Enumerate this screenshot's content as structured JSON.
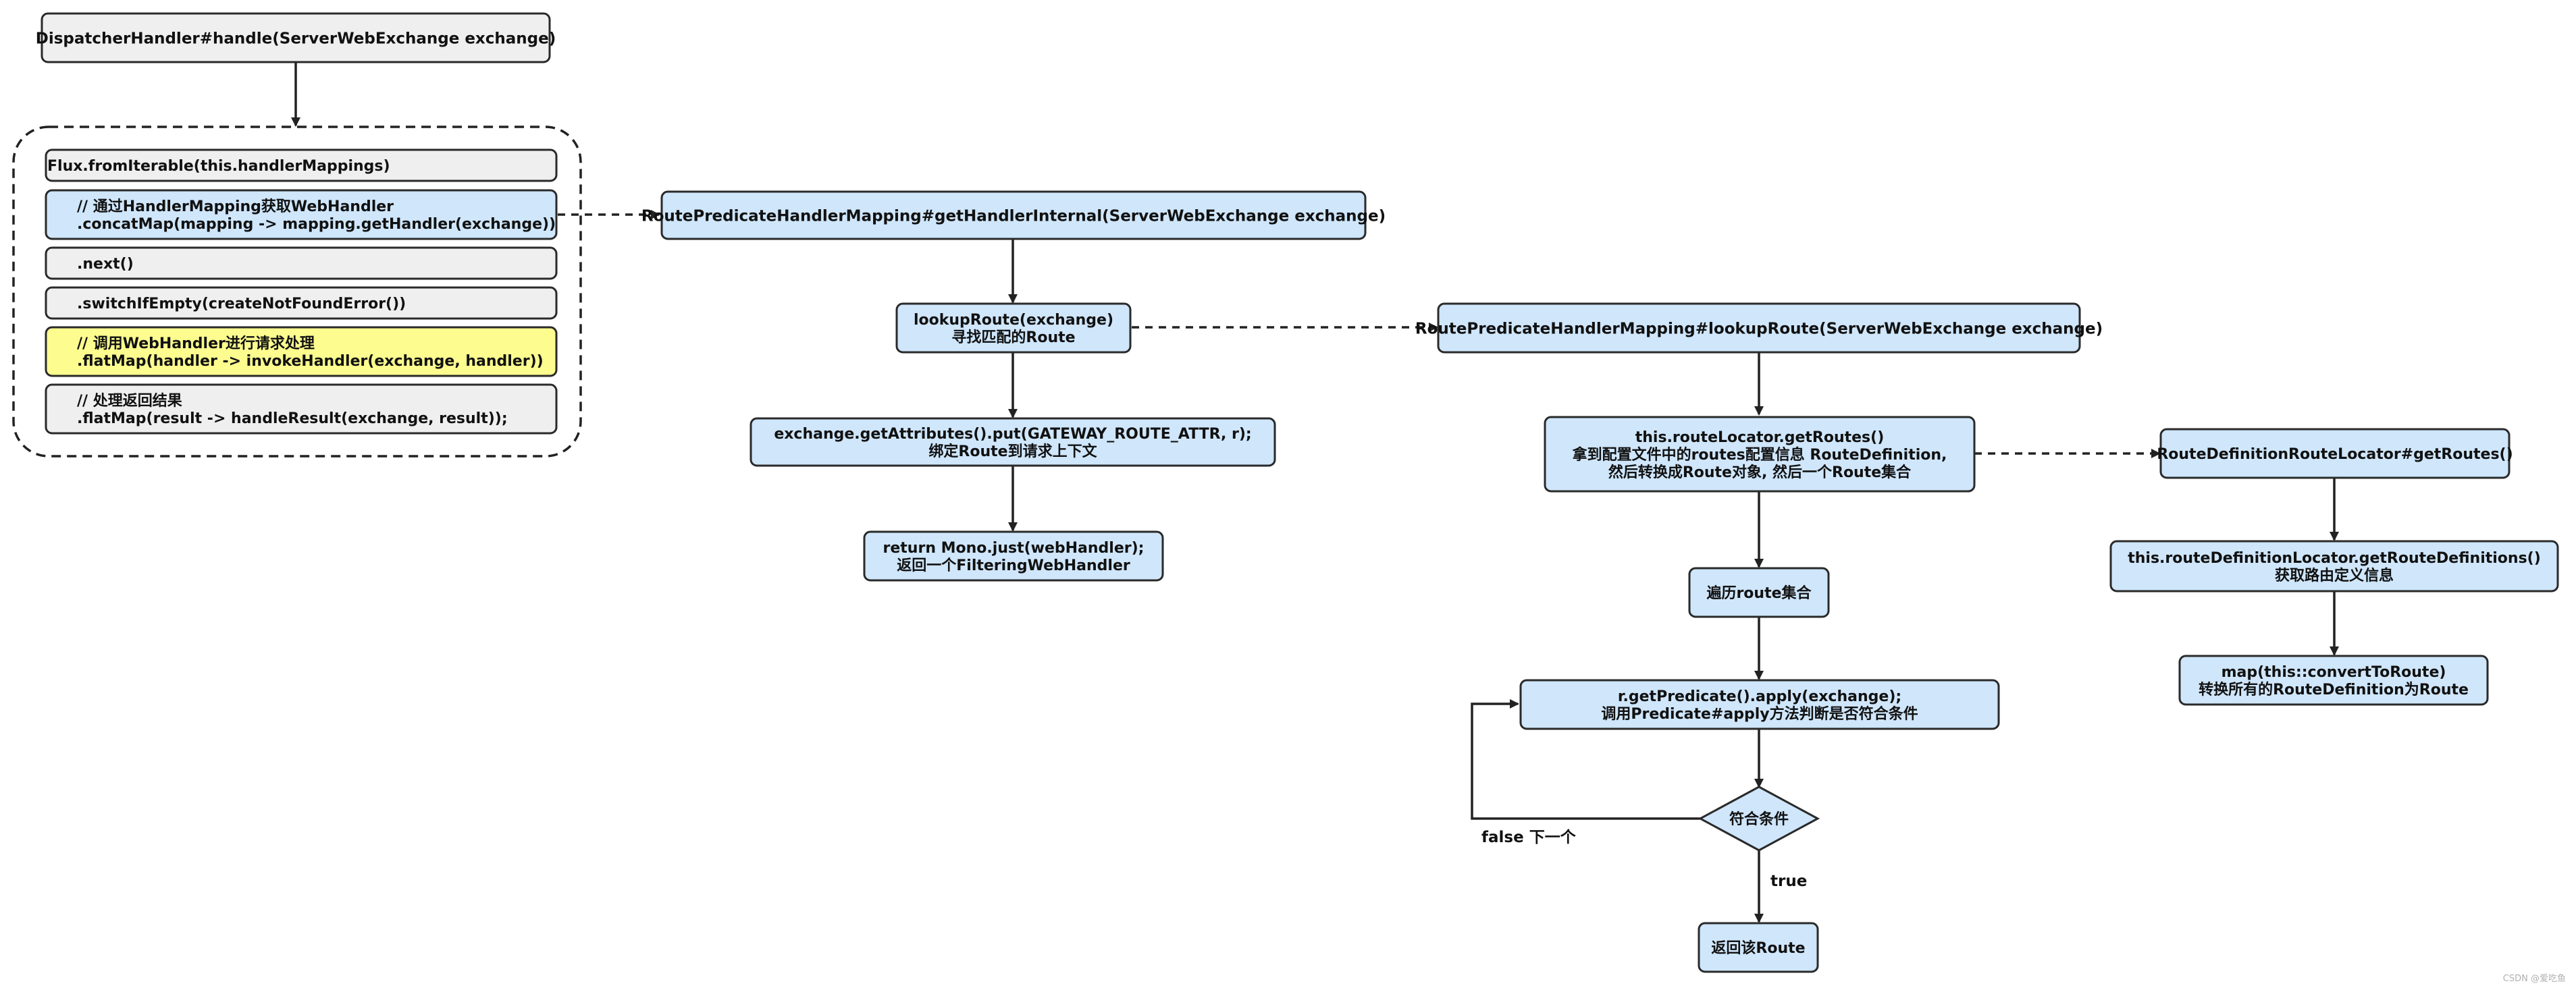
{
  "nodes": {
    "dispatcher": [
      "DispatcherHandler#handle(ServerWebExchange exchange)"
    ],
    "flux": [
      "Flux.fromIterable(this.handlerMappings)"
    ],
    "concat": [
      "// 通过HandlerMapping获取WebHandler",
      ".concatMap(mapping -> mapping.getHandler(exchange))"
    ],
    "next": [
      ".next()"
    ],
    "switch": [
      ".switchIfEmpty(createNotFoundError())"
    ],
    "invoke": [
      "// 调用WebHandler进行请求处理",
      ".flatMap(handler -> invokeHandler(exchange, handler))"
    ],
    "result": [
      "// 处理返回结果",
      ".flatMap(result -> handleResult(exchange, result));"
    ],
    "getHandlerInternal": [
      "RoutePredicateHandlerMapping#getHandlerInternal(ServerWebExchange exchange)"
    ],
    "lookupRoute": [
      "lookupRoute(exchange)",
      "寻找匹配的Route"
    ],
    "getAttributes": [
      "exchange.getAttributes().put(GATEWAY_ROUTE_ATTR, r);",
      "绑定Route到请求上下文"
    ],
    "returnMono": [
      "return Mono.just(webHandler);",
      "返回一个FilteringWebHandler"
    ],
    "lookupRouteDef": [
      "RoutePredicateHandlerMapping#lookupRoute(ServerWebExchange exchange)"
    ],
    "getRoutes": [
      "this.routeLocator.getRoutes()",
      "拿到配置文件中的routes配置信息 RouteDefinition,",
      "然后转换成Route对象, 然后一个Route集合"
    ],
    "traverse": [
      "遍历route集合"
    ],
    "predicate": [
      "r.getPredicate().apply(exchange);",
      "调用Predicate#apply方法判断是否符合条件"
    ],
    "decision": [
      "符合条件"
    ],
    "returnRoute": [
      "返回该Route"
    ],
    "rdlGetRoutes": [
      "RouteDefinitionRouteLocator#getRoutes()"
    ],
    "getRouteDefs": [
      "this.routeDefinitionLocator.getRouteDefinitions()",
      "获取路由定义信息"
    ],
    "mapConvert": [
      "map(this::convertToRoute)",
      "转换所有的RouteDefinition为Route"
    ]
  },
  "edge_labels": {
    "false_label": "false 下一个",
    "true_label": "true"
  },
  "watermark": "CSDN @爱吃鱼",
  "colors": {
    "gray": "#efefef",
    "blue": "#cfe6fb",
    "yellow": "#fdfd8f",
    "stroke": "#2a2a2a"
  }
}
